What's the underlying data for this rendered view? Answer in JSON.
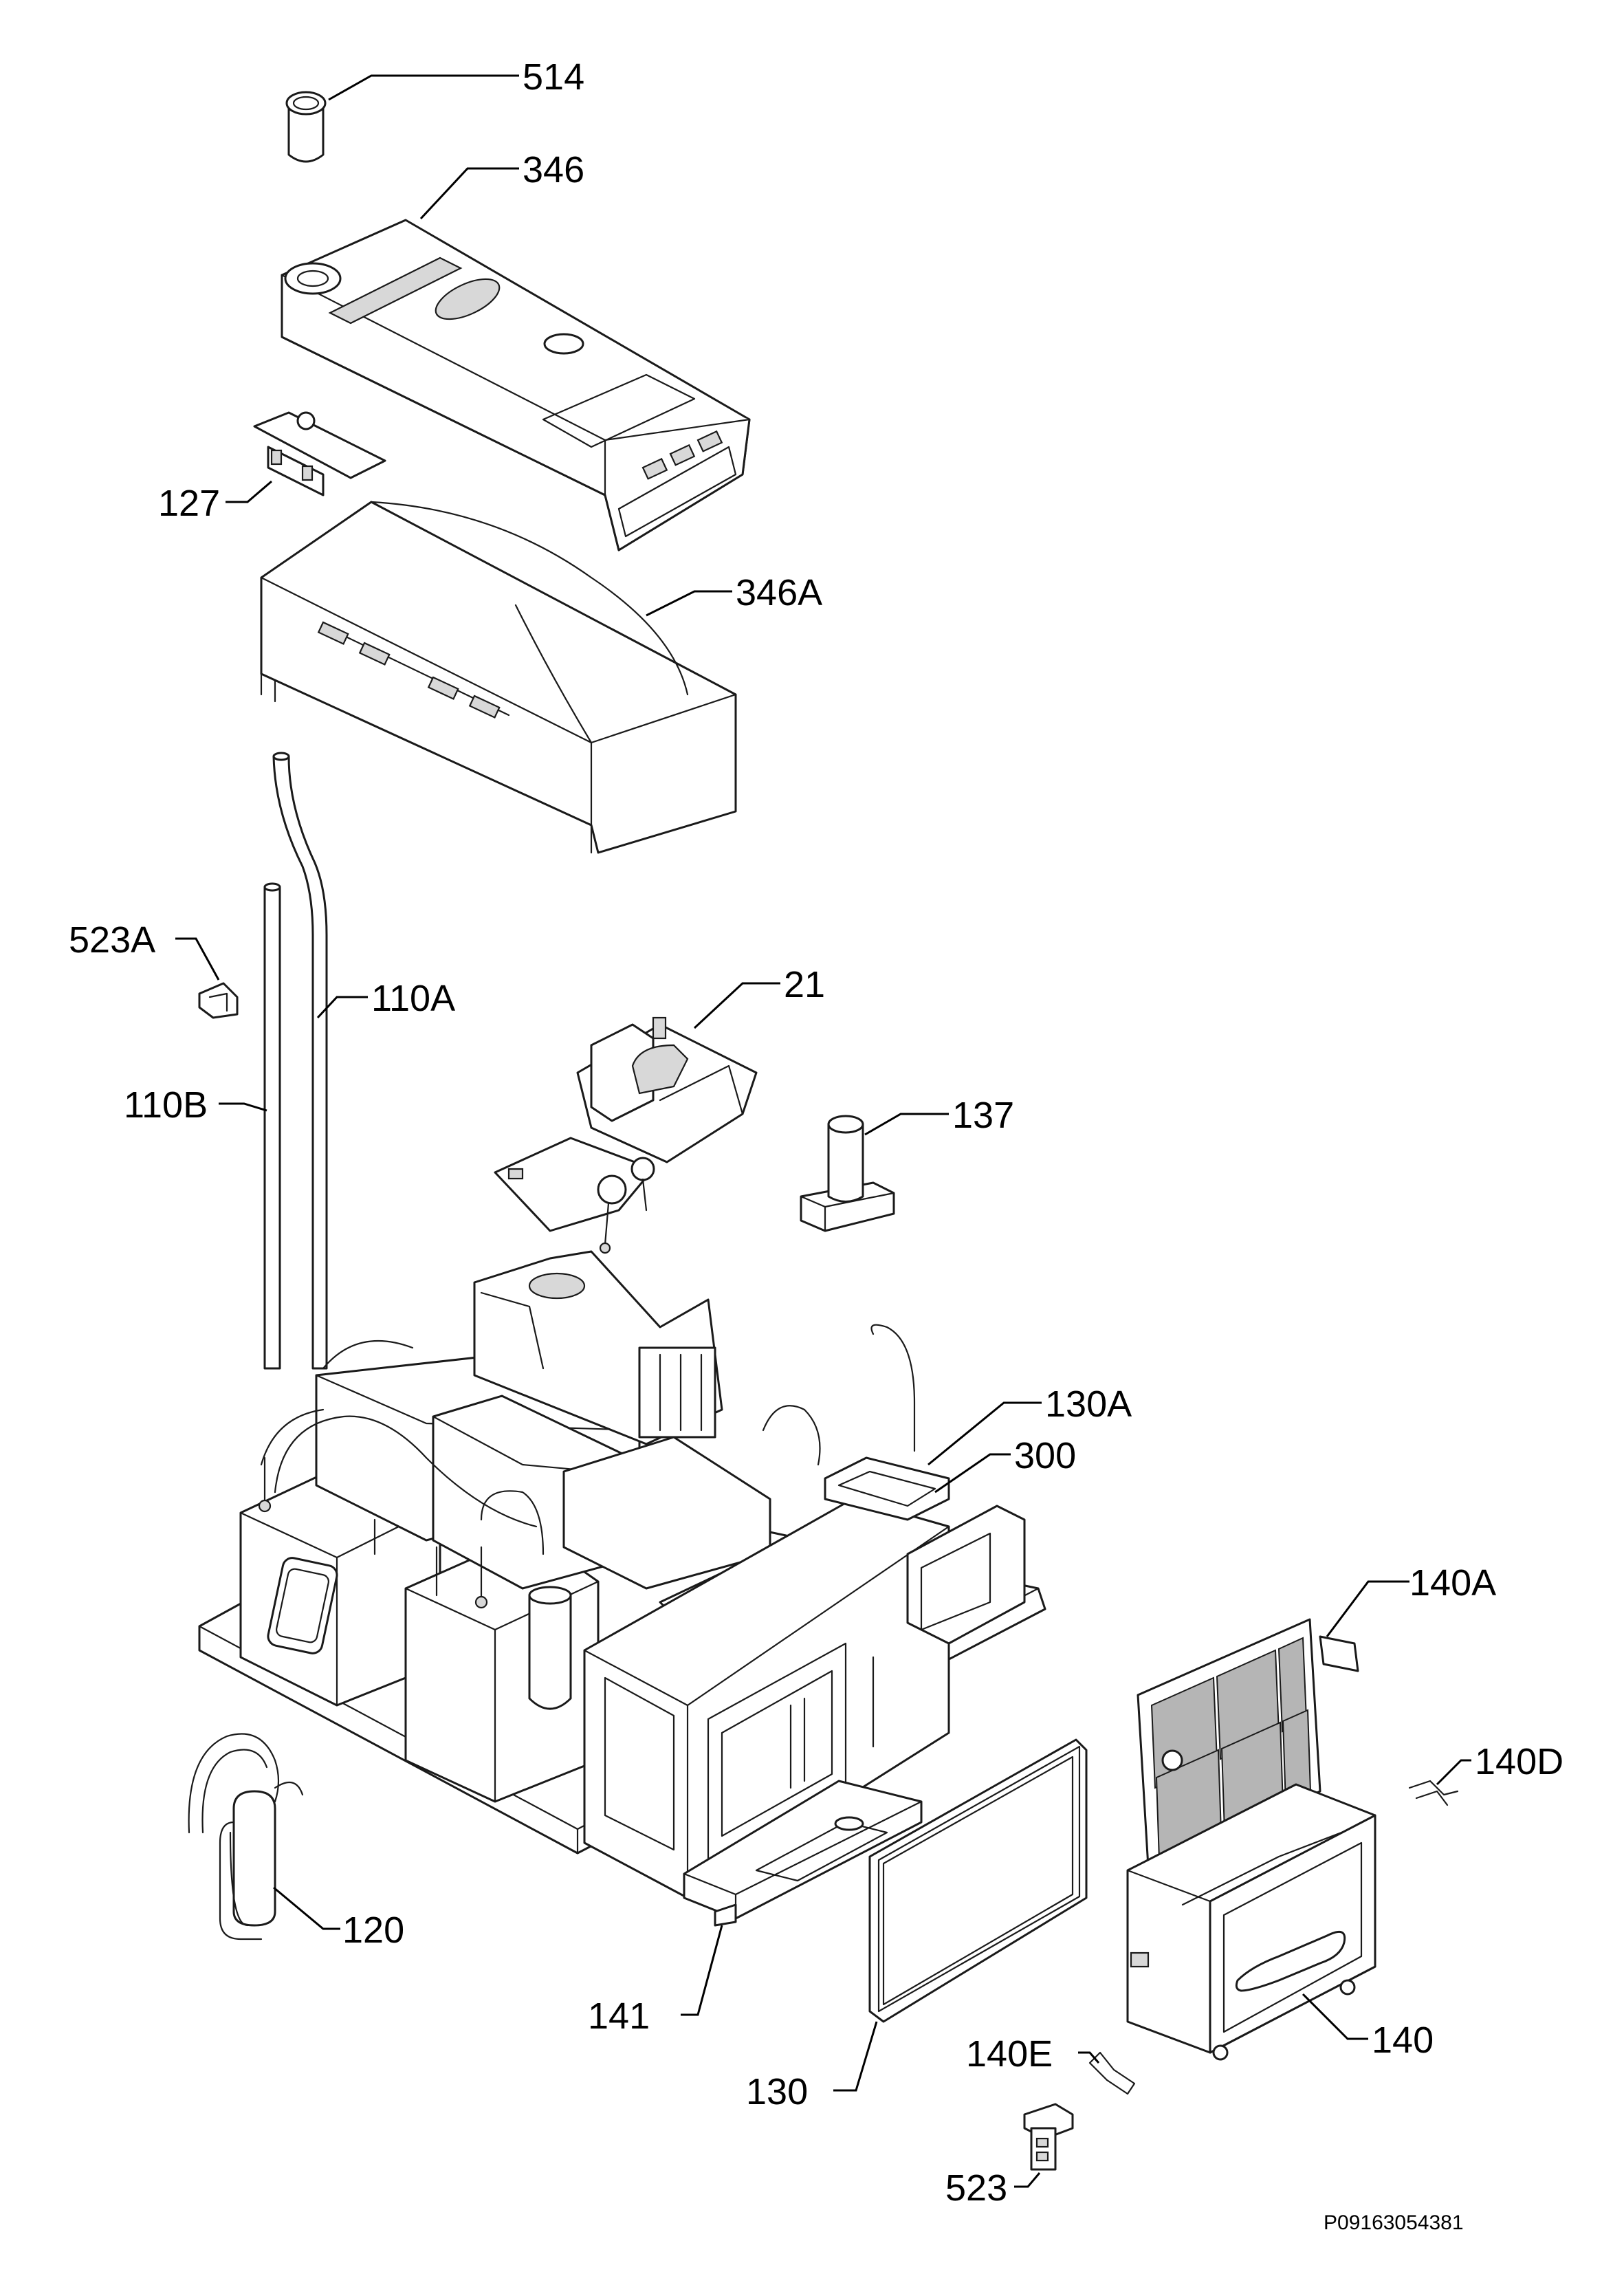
{
  "diagram": {
    "drawing_code": "P09163054381",
    "callouts": [
      {
        "id": "514",
        "label": "514"
      },
      {
        "id": "346",
        "label": "346"
      },
      {
        "id": "127",
        "label": "127"
      },
      {
        "id": "346A",
        "label": "346A"
      },
      {
        "id": "523A",
        "label": "523A"
      },
      {
        "id": "110A",
        "label": "110A"
      },
      {
        "id": "110B",
        "label": "110B"
      },
      {
        "id": "21",
        "label": "21"
      },
      {
        "id": "137",
        "label": "137"
      },
      {
        "id": "130A",
        "label": "130A"
      },
      {
        "id": "300",
        "label": "300"
      },
      {
        "id": "140A",
        "label": "140A"
      },
      {
        "id": "140D",
        "label": "140D"
      },
      {
        "id": "120",
        "label": "120"
      },
      {
        "id": "141",
        "label": "141"
      },
      {
        "id": "130",
        "label": "130"
      },
      {
        "id": "140E",
        "label": "140E"
      },
      {
        "id": "140",
        "label": "140"
      },
      {
        "id": "523",
        "label": "523"
      }
    ]
  }
}
